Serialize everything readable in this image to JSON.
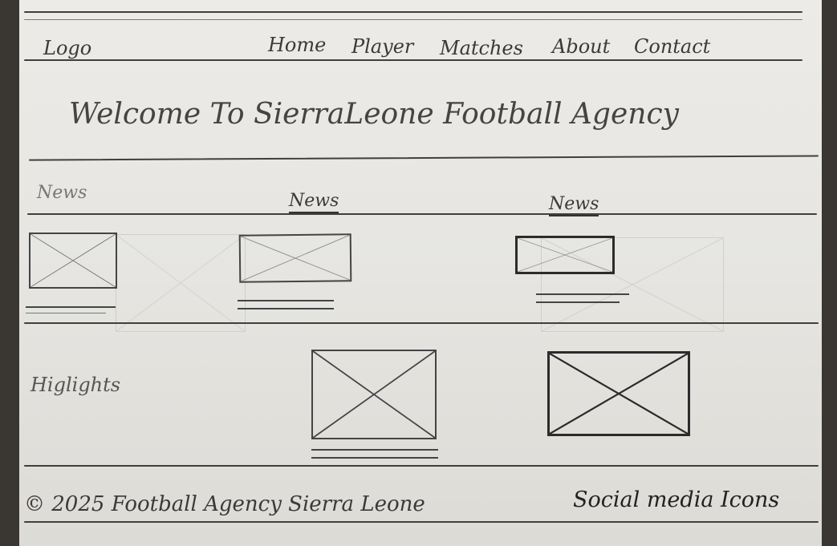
{
  "header": {
    "logo": "Logo",
    "nav": [
      "Home",
      "Player",
      "Matches",
      "About",
      "Contact"
    ]
  },
  "hero": {
    "title": "Welcome To SierraLeone Football Agency"
  },
  "news": {
    "section_label": "News",
    "columns": [
      "News",
      "News"
    ]
  },
  "highlights": {
    "label": "Higlights"
  },
  "footer": {
    "copyright": "© 2025 Football Agency Sierra Leone",
    "social": "Social media Icons"
  }
}
